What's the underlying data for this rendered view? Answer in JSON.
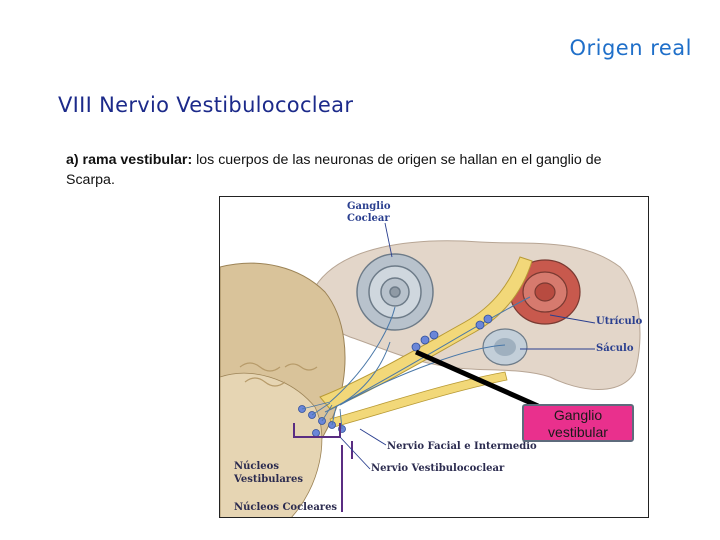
{
  "header": {
    "corner_title": "Origen real",
    "title": "VIII Nervio Vestibulococlear"
  },
  "body": {
    "bold_lead": "a) rama vestibular:",
    "text": " los cuerpos de las neuronas de origen se hallan en el ganglio de Scarpa."
  },
  "figure": {
    "labels": {
      "ganglio_coclear_1": "Ganglio",
      "ganglio_coclear_2": "Coclear",
      "utriculo": "Utrículo",
      "saculo": "Sáculo",
      "nervio_facial": "Nervio Facial e Intermedio",
      "nervio_vestibulococlear": "Nervio Vestibulococlear",
      "nucleos_vestibulares_1": "Núcleos",
      "nucleos_vestibulares_2": "Vestibulares",
      "nucleos_cocleares": "Núcleos Cocleares"
    },
    "callout": {
      "line1": "Ganglio",
      "line2": "vestibular"
    }
  },
  "colors": {
    "corner_title": "#1f6fc9",
    "slide_title": "#1c2a8a",
    "callout_fill": "#e9308d",
    "callout_border": "#5e6b7c",
    "nerve": "#f2d879",
    "bone": "#e3d6c9",
    "brainstem": "#d9c39a",
    "cochlea": "#b8c2cc",
    "utricle": "#c8594d",
    "nucleus": "#6a86d8"
  }
}
